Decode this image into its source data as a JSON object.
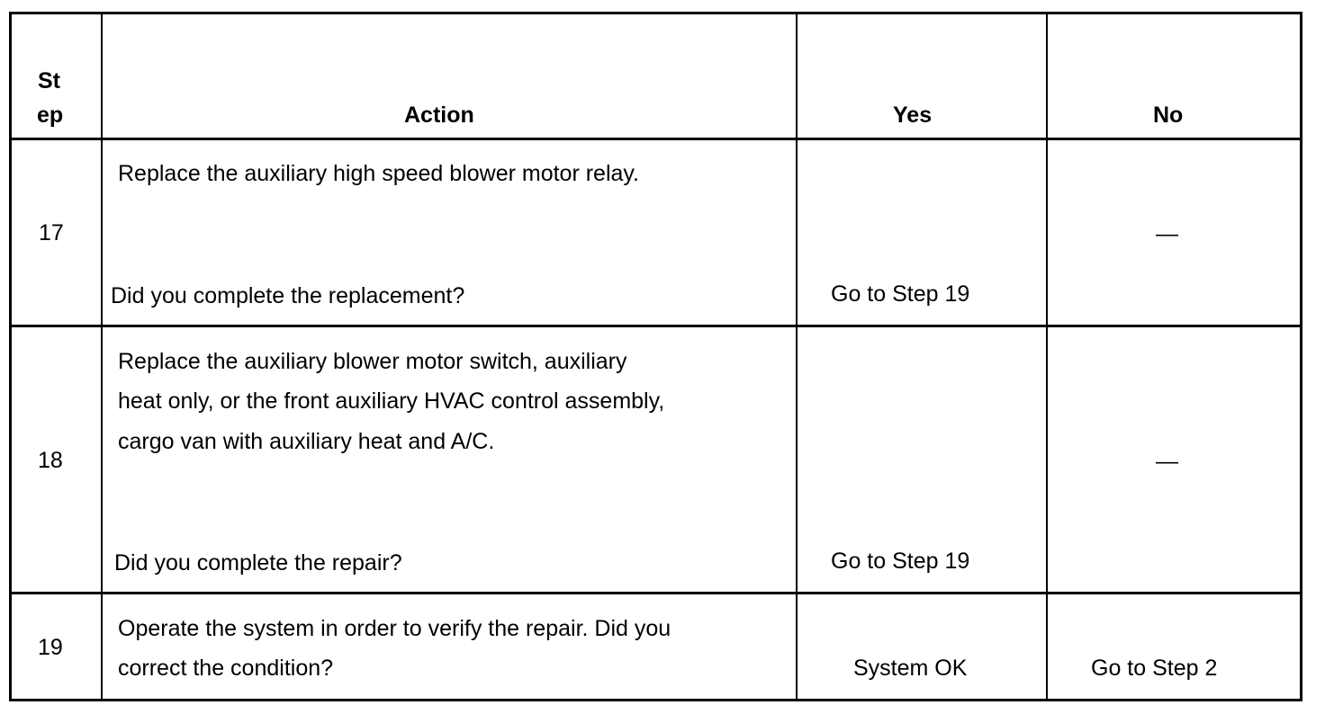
{
  "headers": {
    "step_line1": "St",
    "step_line2": "ep",
    "action": "Action",
    "yes": "Yes",
    "no": "No"
  },
  "rows": [
    {
      "step": "17",
      "action_lines": [
        "Replace the auxiliary high speed blower motor relay."
      ],
      "question": "Did you complete the replacement?",
      "yes": "Go to Step 19",
      "no": "—"
    },
    {
      "step": "18",
      "action_lines": [
        "Replace the auxiliary blower motor switch, auxiliary",
        "heat only, or the front auxiliary HVAC control assembly,",
        "cargo van with auxiliary heat and A/C."
      ],
      "question": "Did you complete the repair?",
      "yes": "Go to Step 19",
      "no": "—"
    },
    {
      "step": "19",
      "action_lines": [
        "Operate the system in order to verify the repair. Did you",
        "correct the condition?"
      ],
      "question": "",
      "yes": "System OK",
      "no": "Go to Step 2"
    }
  ]
}
